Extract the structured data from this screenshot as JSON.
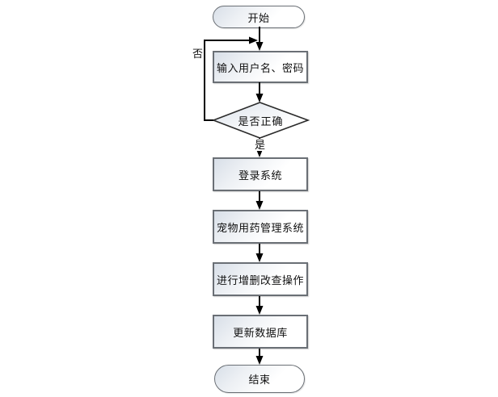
{
  "flowchart": {
    "nodes": {
      "start": "开始",
      "input_credentials": "输入用户名、密码",
      "decision": "是否正确",
      "login": "登录系统",
      "pet_system": "宠物用药管理系统",
      "crud": "进行增删改查操作",
      "update_db": "更新数据库",
      "end": "结束"
    },
    "edges": {
      "yes_label": "是",
      "no_label": "否"
    },
    "colors": {
      "line": "#000000",
      "node_border": "#6a6f75",
      "node_fill_top": "#d8dfe8",
      "node_fill_bottom": "#ffffff",
      "text": "#111111",
      "background": "#ffffff"
    }
  }
}
